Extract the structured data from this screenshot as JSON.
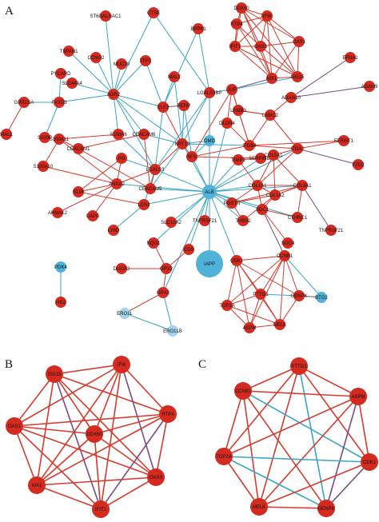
{
  "colors": {
    "up_node": "#d42a1f",
    "down_node": "#4fb3d9",
    "down_node_light": "#a3d2ea",
    "up_edge": "#d63b2e",
    "down_edge": "#3aa6c4",
    "mixed_edge": "#7a4a86"
  },
  "panels": {
    "A": {
      "letter": "A"
    },
    "B": {
      "letter": "B"
    },
    "C": {
      "letter": "C"
    }
  },
  "network_a": {
    "nodes": [
      {
        "id": "ST6GALNAC1",
        "label": "ST6GALNAC1",
        "kind": "up"
      },
      {
        "id": "CTSE",
        "label": "CTSE",
        "kind": "up"
      },
      {
        "id": "TSPAN1",
        "label": "TSPAN1",
        "kind": "up"
      },
      {
        "id": "CCNG2",
        "label": "CCNG2",
        "kind": "up"
      },
      {
        "id": "MUC20",
        "label": "MUC20",
        "kind": "up"
      },
      {
        "id": "TFF1",
        "label": "TFF1",
        "kind": "up"
      },
      {
        "id": "BPPK1",
        "label": "BPPK1",
        "kind": "up"
      },
      {
        "id": "PYCARD",
        "label": "PYCARD",
        "kind": "up"
      },
      {
        "id": "SLC44A4",
        "label": "SLC44A4",
        "kind": "up"
      },
      {
        "id": "AGR2",
        "label": "AGR2",
        "kind": "up"
      },
      {
        "id": "MAL2",
        "label": "MAL2",
        "kind": "up"
      },
      {
        "id": "GPRC5A",
        "label": "GPRC5A",
        "kind": "up"
      },
      {
        "id": "FXYD3",
        "label": "FXYD3",
        "kind": "up"
      },
      {
        "id": "ELF3",
        "label": "ELF3",
        "kind": "up"
      },
      {
        "id": "PERP",
        "label": "PERP",
        "kind": "up"
      },
      {
        "id": "LGALS3BP",
        "label": "LGALS3BP",
        "kind": "up"
      },
      {
        "id": "MALL",
        "label": "MALL",
        "kind": "up"
      },
      {
        "id": "S100P",
        "label": "S100P",
        "kind": "up"
      },
      {
        "id": "S100A6",
        "label": "S100A6",
        "kind": "up"
      },
      {
        "id": "CEACAM6",
        "label": "CEACAM6",
        "kind": "up"
      },
      {
        "id": "KRT19",
        "label": "KRT19",
        "kind": "up"
      },
      {
        "id": "DMD",
        "label": "DMD",
        "kind": "down"
      },
      {
        "id": "S100A11",
        "label": "S100A11",
        "kind": "up"
      },
      {
        "id": "CEACAM1",
        "label": "CEACAM1",
        "kind": "up"
      },
      {
        "id": "PI3",
        "label": "PI3",
        "kind": "up"
      },
      {
        "id": "LGALS3",
        "label": "LGALS3",
        "kind": "up"
      },
      {
        "id": "S100A10",
        "label": "S100A10",
        "kind": "up"
      },
      {
        "id": "ANXA2",
        "label": "ANXA2",
        "kind": "up"
      },
      {
        "id": "CEACAM5",
        "label": "CEACAM5",
        "kind": "up"
      },
      {
        "id": "ALB",
        "label": "ALB",
        "kind": "down"
      },
      {
        "id": "SFN",
        "label": "SFN",
        "kind": "up"
      },
      {
        "id": "SLPI",
        "label": "SLPI",
        "kind": "up"
      },
      {
        "id": "AHNAK2",
        "label": "AHNAK2",
        "kind": "up"
      },
      {
        "id": "CAPG",
        "label": "CAPG",
        "kind": "up"
      },
      {
        "id": "LCN2",
        "label": "LCN2",
        "kind": "up"
      },
      {
        "id": "SLC12A2",
        "label": "SLC12A2",
        "kind": "up"
      },
      {
        "id": "TNFRSF21",
        "label": "TNFRSF21",
        "kind": "up"
      },
      {
        "id": "LY6D",
        "label": "LY6D",
        "kind": "up"
      },
      {
        "id": "NQO1",
        "label": "NQO1",
        "kind": "up"
      },
      {
        "id": "CD9",
        "label": "CD9",
        "kind": "up"
      },
      {
        "id": "IAPP",
        "label": "IAPP",
        "kind": "down"
      },
      {
        "id": "DUOX2",
        "label": "DUOX2",
        "kind": "up"
      },
      {
        "id": "GPX2",
        "label": "GPX2",
        "kind": "up"
      },
      {
        "id": "GPX3",
        "label": "GPX3",
        "kind": "up"
      },
      {
        "id": "PDK4",
        "label": "PDK4",
        "kind": "down"
      },
      {
        "id": "HK2",
        "label": "HK2",
        "kind": "up"
      },
      {
        "id": "ERO1L",
        "label": "ERO1L",
        "kind": "light"
      },
      {
        "id": "ERO1LB",
        "label": "ERO1LB",
        "kind": "light"
      },
      {
        "id": "BTG2",
        "label": "BTG2",
        "kind": "down"
      },
      {
        "id": "DDX60",
        "label": "DDX60",
        "kind": "up"
      },
      {
        "id": "IFI6",
        "label": "IFI6",
        "kind": "up"
      },
      {
        "id": "RTP4",
        "label": "RTP4",
        "kind": "up"
      },
      {
        "id": "IFIT1",
        "label": "IFIT1",
        "kind": "up"
      },
      {
        "id": "OAS3",
        "label": "OAS3",
        "kind": "up"
      },
      {
        "id": "OAS1",
        "label": "OAS1",
        "kind": "up"
      },
      {
        "id": "MX1",
        "label": "MX1",
        "kind": "up"
      },
      {
        "id": "ISG15",
        "label": "ISG15",
        "kind": "up"
      },
      {
        "id": "EFNA1",
        "label": "EFNA1",
        "kind": "up"
      },
      {
        "id": "JUP",
        "label": "JUP",
        "kind": "up"
      },
      {
        "id": "ADAM9",
        "label": "ADAM9",
        "kind": "up"
      },
      {
        "id": "LAMB3",
        "label": "LAMB3",
        "kind": "up"
      },
      {
        "id": "LAMC2",
        "label": "LAMC2",
        "kind": "up"
      },
      {
        "id": "ADAM10",
        "label": "ADAM10",
        "kind": "up"
      },
      {
        "id": "DLDN4",
        "label": "DLDN4",
        "kind": "up"
      },
      {
        "id": "FERMT1",
        "label": "FERMT1",
        "kind": "up"
      },
      {
        "id": "ITGB4",
        "label": "ITGB4",
        "kind": "up"
      },
      {
        "id": "TIMP1",
        "label": "TIMP1",
        "kind": "up"
      },
      {
        "id": "SERPINB1",
        "label": "SERPINB1",
        "kind": "up"
      },
      {
        "id": "COL5A1",
        "label": "COL5A1",
        "kind": "up"
      },
      {
        "id": "ITGA2",
        "label": "ITGA2",
        "kind": "up"
      },
      {
        "id": "FZD2",
        "label": "FZD2",
        "kind": "up"
      },
      {
        "id": "COL1A1",
        "label": "COL1A1",
        "kind": "up"
      },
      {
        "id": "COL1A2",
        "label": "COL1A2",
        "kind": "up"
      },
      {
        "id": "COL3A1",
        "label": "COL3A1",
        "kind": "up"
      },
      {
        "id": "POSTN",
        "label": "POSTN",
        "kind": "up"
      },
      {
        "id": "SDC1",
        "label": "SDC1",
        "kind": "up"
      },
      {
        "id": "CTHRC1",
        "label": "CTHRC1",
        "kind": "up"
      },
      {
        "id": "THBS2",
        "label": "THBS2",
        "kind": "up"
      },
      {
        "id": "SOC4",
        "label": "SOC4",
        "kind": "up"
      },
      {
        "id": "TNFRSF21B",
        "label": "TNFRSF21",
        "kind": "up"
      },
      {
        "id": "CDK1",
        "label": "CDK1",
        "kind": "up"
      },
      {
        "id": "CCNB1",
        "label": "CCNB1",
        "kind": "up"
      },
      {
        "id": "PTTG1",
        "label": "PTTG1",
        "kind": "up"
      },
      {
        "id": "GENPK",
        "label": "GENPK",
        "kind": "up"
      },
      {
        "id": "TOP2A",
        "label": "TOP2A",
        "kind": "up"
      },
      {
        "id": "ASPM",
        "label": "ASPM",
        "kind": "up"
      },
      {
        "id": "MELK",
        "label": "MELK",
        "kind": "up"
      }
    ]
  },
  "network_b": {
    "nodes": [
      {
        "id": "ISG15",
        "label": "ISG15"
      },
      {
        "id": "IFI6",
        "label": "IFI6"
      },
      {
        "id": "RTP4",
        "label": "RTP4"
      },
      {
        "id": "OAS1",
        "label": "OAS1"
      },
      {
        "id": "DDX60",
        "label": "DDX60"
      },
      {
        "id": "MX1",
        "label": "MX1"
      },
      {
        "id": "OAS3",
        "label": "OAS3"
      },
      {
        "id": "IFIT1",
        "label": "IFIT1"
      }
    ]
  },
  "network_c": {
    "nodes": [
      {
        "id": "PTTG1",
        "label": "PTTG1"
      },
      {
        "id": "CCNB1",
        "label": "CCNB1"
      },
      {
        "id": "ASPM",
        "label": "ASPM"
      },
      {
        "id": "TOP2A",
        "label": "TOP2A"
      },
      {
        "id": "CDK1",
        "label": "CDK1"
      },
      {
        "id": "MELK",
        "label": "MELK"
      },
      {
        "id": "GENPK",
        "label": "GENPK"
      }
    ]
  }
}
